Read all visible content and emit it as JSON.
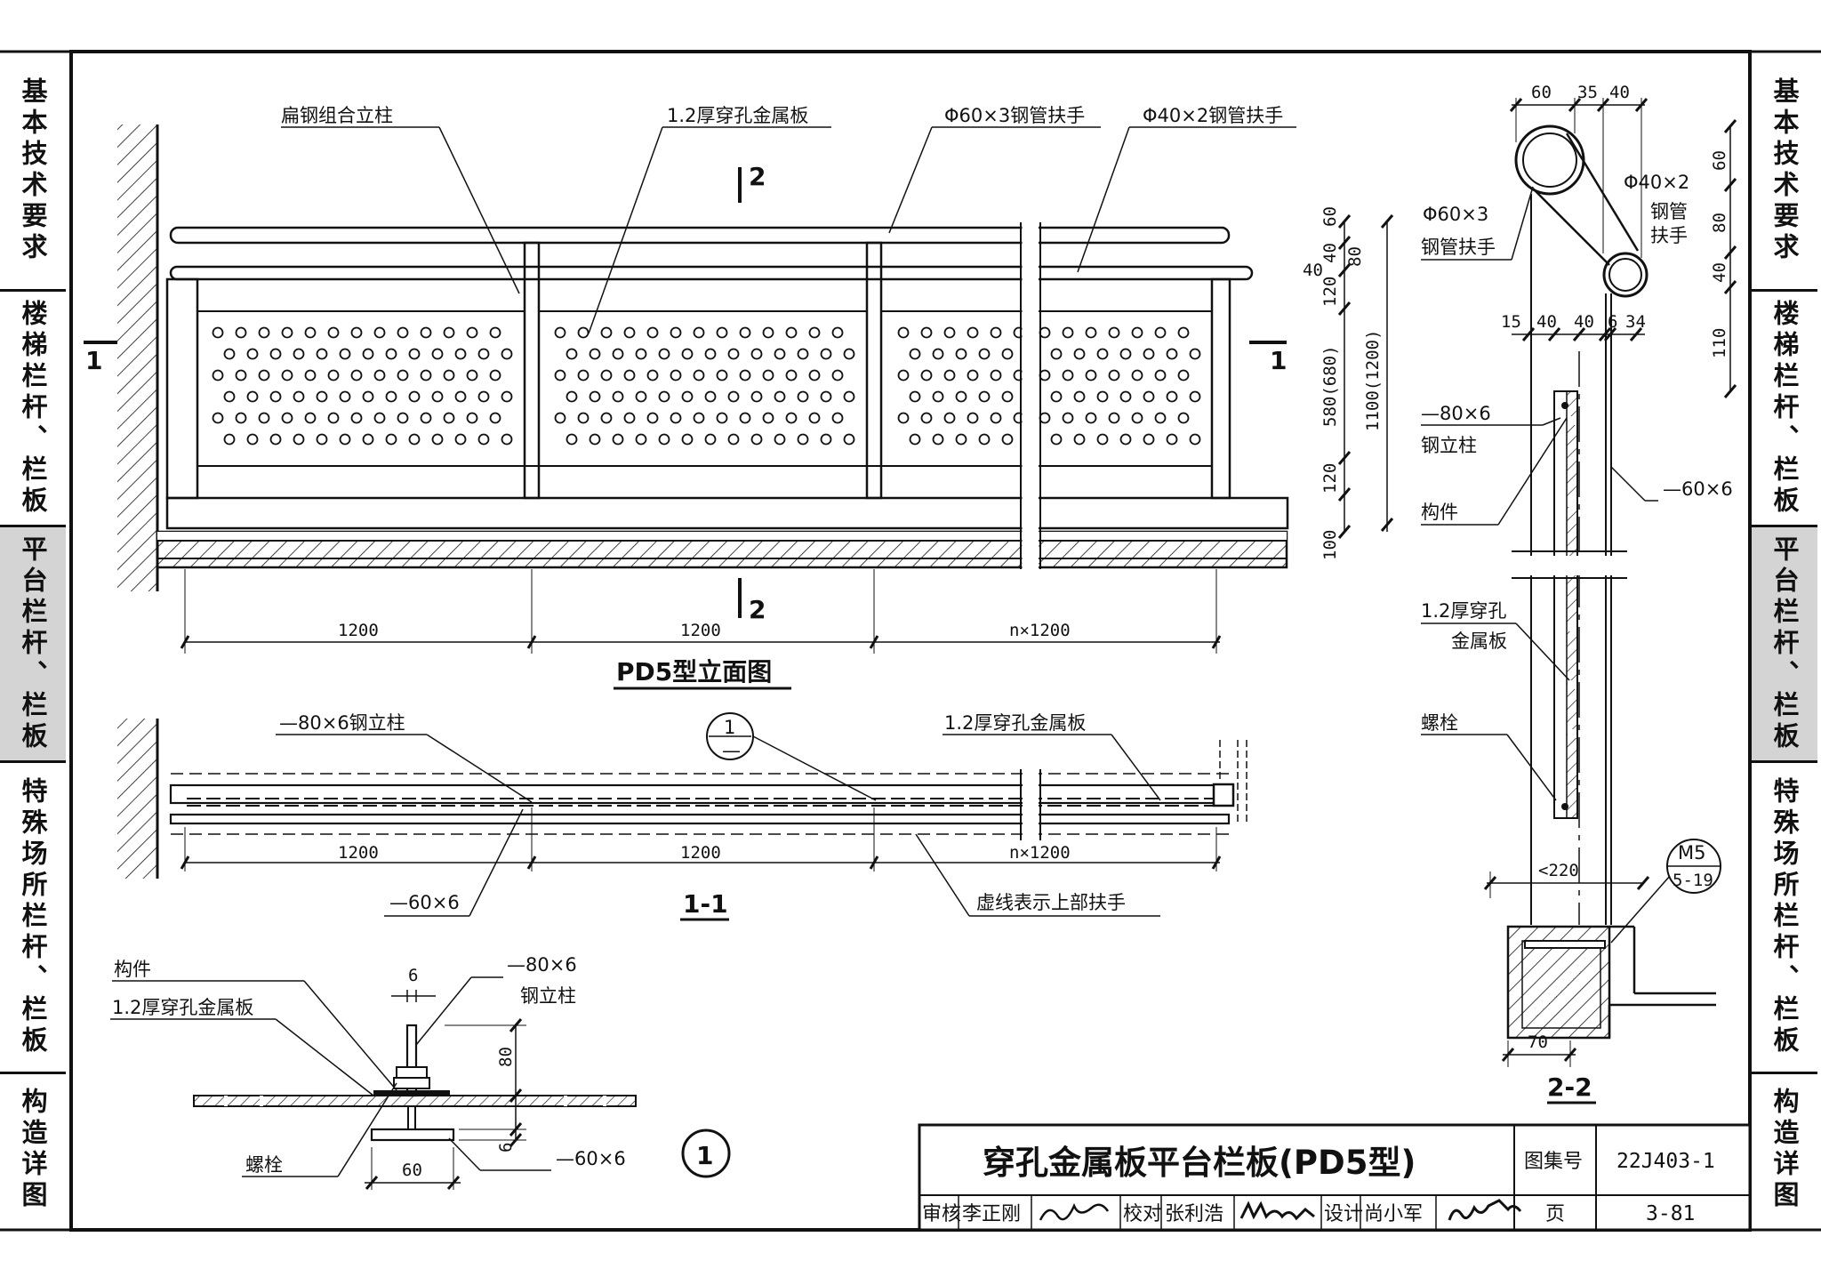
{
  "sidebar_left": [
    {
      "label": "基本技术要求",
      "active": false
    },
    {
      "label": "楼梯栏杆、栏板",
      "active": false
    },
    {
      "label": "平台栏杆、栏板",
      "active": true
    },
    {
      "label": "特殊场所栏杆、栏板",
      "active": false
    },
    {
      "label": "构造详图",
      "active": false
    }
  ],
  "sidebar_right": [
    {
      "label": "基本技术要求",
      "active": false
    },
    {
      "label": "楼梯栏杆、栏板",
      "active": false
    },
    {
      "label": "平台栏杆、栏板",
      "active": true
    },
    {
      "label": "特殊场所栏杆、栏板",
      "active": false
    },
    {
      "label": "构造详图",
      "active": false
    }
  ],
  "elevation": {
    "title": "PD5型立面图",
    "callout_post": "扁钢组合立柱",
    "callout_panel": "1.2厚穿孔金属板",
    "callout_rail60": "Φ60×3钢管扶手",
    "callout_rail40": "Φ40×2钢管扶手",
    "section_mark_1": "1",
    "section_mark_2": "2",
    "span_1": "1200",
    "span_2": "1200",
    "span_n": "n×1200",
    "dim_60": "60",
    "dim_40": "40",
    "dim_80": "80",
    "dim_120a": "120",
    "dim_580": "580(680)",
    "dim_1100": "1100(1200)",
    "dim_120b": "120",
    "dim_100": "100"
  },
  "plan": {
    "title": "1-1",
    "callout_post": "—80×6钢立柱",
    "callout_panel": "1.2厚穿孔金属板",
    "callout_flat": "—60×6",
    "callout_dash": "虚线表示上部扶手",
    "detail_ref_top": "1",
    "detail_ref_bottom": "—",
    "span_1": "1200",
    "span_2": "1200",
    "span_n": "n×1200"
  },
  "detail1": {
    "num": "1",
    "callout_part": "构件",
    "callout_panel": "1.2厚穿孔金属板",
    "callout_post_a": "—80×6",
    "callout_post_b": "钢立柱",
    "callout_bolt": "螺栓",
    "callout_flat": "—60×6",
    "dim_6a": "6",
    "dim_80": "80",
    "dim_6b": "6",
    "dim_60": "60"
  },
  "section22": {
    "title": "2-2",
    "dim_top_60": "60",
    "dim_top_35": "35",
    "dim_top_40": "40",
    "dim_r60": "60",
    "dim_r80": "80",
    "dim_r40": "40",
    "dim_r110": "110",
    "dim_15": "15",
    "dim_40a": "40",
    "dim_40b": "40",
    "dim_6": "6",
    "dim_34": "34",
    "rail60_a": "Φ60×3",
    "rail60_b": "钢管扶手",
    "rail40_a": "Φ40×2",
    "rail40_b": "钢管",
    "rail40_c": "扶手",
    "post_a": "—80×6",
    "post_b": "钢立柱",
    "part": "构件",
    "flat": "—60×6",
    "panel_a": "1.2厚穿孔",
    "panel_b": "金属板",
    "bolt": "螺栓",
    "dim_220": "<220",
    "dim_70": "70",
    "ref_top": "M5",
    "ref_bottom": "5-19"
  },
  "title_block": {
    "title": "穿孔金属板平台栏板(PD5型)",
    "atlas_label": "图集号",
    "atlas_value": "22J403-1",
    "review_label": "审核",
    "review_name": "李正刚",
    "check_label": "校对",
    "check_name": "张利浩",
    "design_label": "设计",
    "design_name": "尚小军",
    "page_label": "页",
    "page_value": "3-81"
  }
}
